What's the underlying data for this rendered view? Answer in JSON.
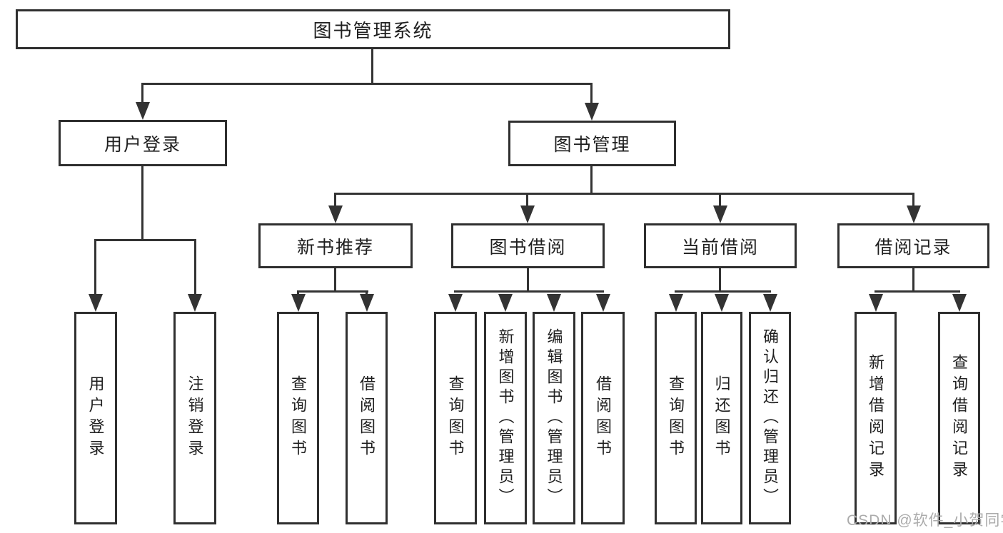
{
  "diagram": {
    "root": {
      "label": "图书管理系统"
    },
    "level2": [
      {
        "label": "用户登录"
      },
      {
        "label": "图书管理"
      }
    ],
    "level3": [
      {
        "label": "新书推荐"
      },
      {
        "label": "图书借阅"
      },
      {
        "label": "当前借阅"
      },
      {
        "label": "借阅记录"
      }
    ],
    "leaves": [
      {
        "label": "用户登录"
      },
      {
        "label": "注销登录"
      },
      {
        "label": "查询图书"
      },
      {
        "label": "借阅图书"
      },
      {
        "label": "查询图书"
      },
      {
        "label": "新增图书（管理员）"
      },
      {
        "label": "编辑图书（管理员）"
      },
      {
        "label": "借阅图书"
      },
      {
        "label": "查询图书"
      },
      {
        "label": "归还图书"
      },
      {
        "label": "确认归还（管理员）"
      },
      {
        "label": "新增借阅记录"
      },
      {
        "label": "查询借阅记录"
      }
    ],
    "watermark": "CSDN @软件_小贺同学",
    "colors": {
      "line": "#333333",
      "border": "#2f2f2f",
      "text": "#1f1f1f",
      "watermark": "#ababab",
      "background": "#ffffff"
    }
  }
}
